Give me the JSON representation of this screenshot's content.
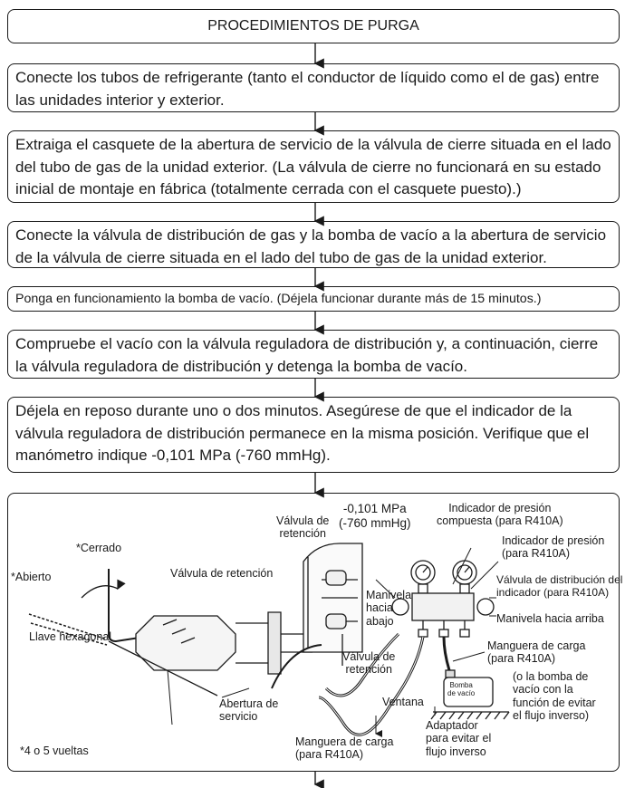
{
  "title": "PROCEDIMIENTOS DE PURGA",
  "steps": [
    "Conecte los tubos de refrigerante (tanto el conductor de líquido como el de gas) entre las unidades interior y exterior.",
    "Extraiga el casquete de la abertura de servicio de la válvula de cierre situada en el lado del tubo de gas de la unidad exterior. (La válvula de cierre no funcionará en su estado inicial de montaje en fábrica (totalmente cerrada con el casquete puesto).)",
    "Conecte la válvula de distribución de gas y la bomba de vacío a la abertura de servicio de la válvula de cierre situada en el lado del tubo de gas de la unidad exterior.",
    "Ponga en funcionamiento la bomba de vacío. (Déjela funcionar durante más de 15 minutos.)",
    "Compruebe el vacío con la válvula reguladora de distribución y, a continuación, cierre la válvula reguladora de distribución y detenga la bomba de vacío.",
    "Déjela en reposo durante uno o dos minutos. Asegúrese de que el indicador de la válvula reguladora de distribución permanece en la misma posición. Verifique que el manómetro indique -0,101 MPa (-760 mmHg)."
  ],
  "figure": {
    "cerrado": "*Cerrado",
    "abierto": "*Abierto",
    "valvula_retencion_left": "Válvula de retención",
    "llave": "Llave hexagonal",
    "turns": "*4 o 5 vueltas",
    "valvula_retencion_top": "Válvula de\nretención",
    "pressure": "-0,101 MPa\n(-760 mmHg)",
    "indicador_compuesta": "Indicador de presión\ncompuesta (para R410A)",
    "indicador_presion": "Indicador de presión\n(para R410A)",
    "valvula_distribucion": "Válvula de distribución del\nindicador (para R410A)",
    "manivela_abajo": "Manivela\nhacia\nabajo",
    "manivela_arriba": "Manivela hacia arriba",
    "valvula_retencion_mid": "Válvula de\nretención",
    "manguera_right": "Manguera de carga\n(para R410A)",
    "bomba": "Bomba\nde vacío",
    "bomba_note": "(o la bomba de\nvacío con la\nfunción de evitar\nel flujo inverso)",
    "abertura": "Abertura de\nservicio",
    "ventana": "Ventana",
    "adaptador": "Adaptador\npara evitar el\nflujo inverso",
    "manguera_bottom": "Manguera de carga\n(para R410A)"
  }
}
